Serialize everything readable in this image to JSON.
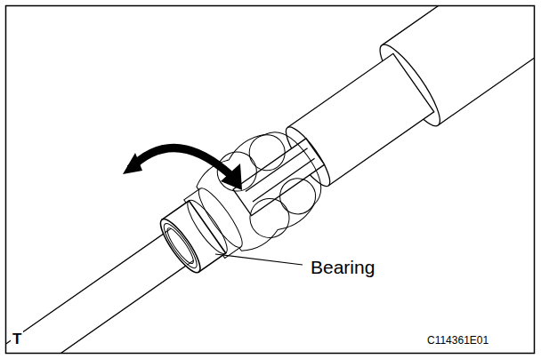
{
  "diagram": {
    "labels": [
      "Bearing",
      "T",
      "C114361E01"
    ]
  }
}
